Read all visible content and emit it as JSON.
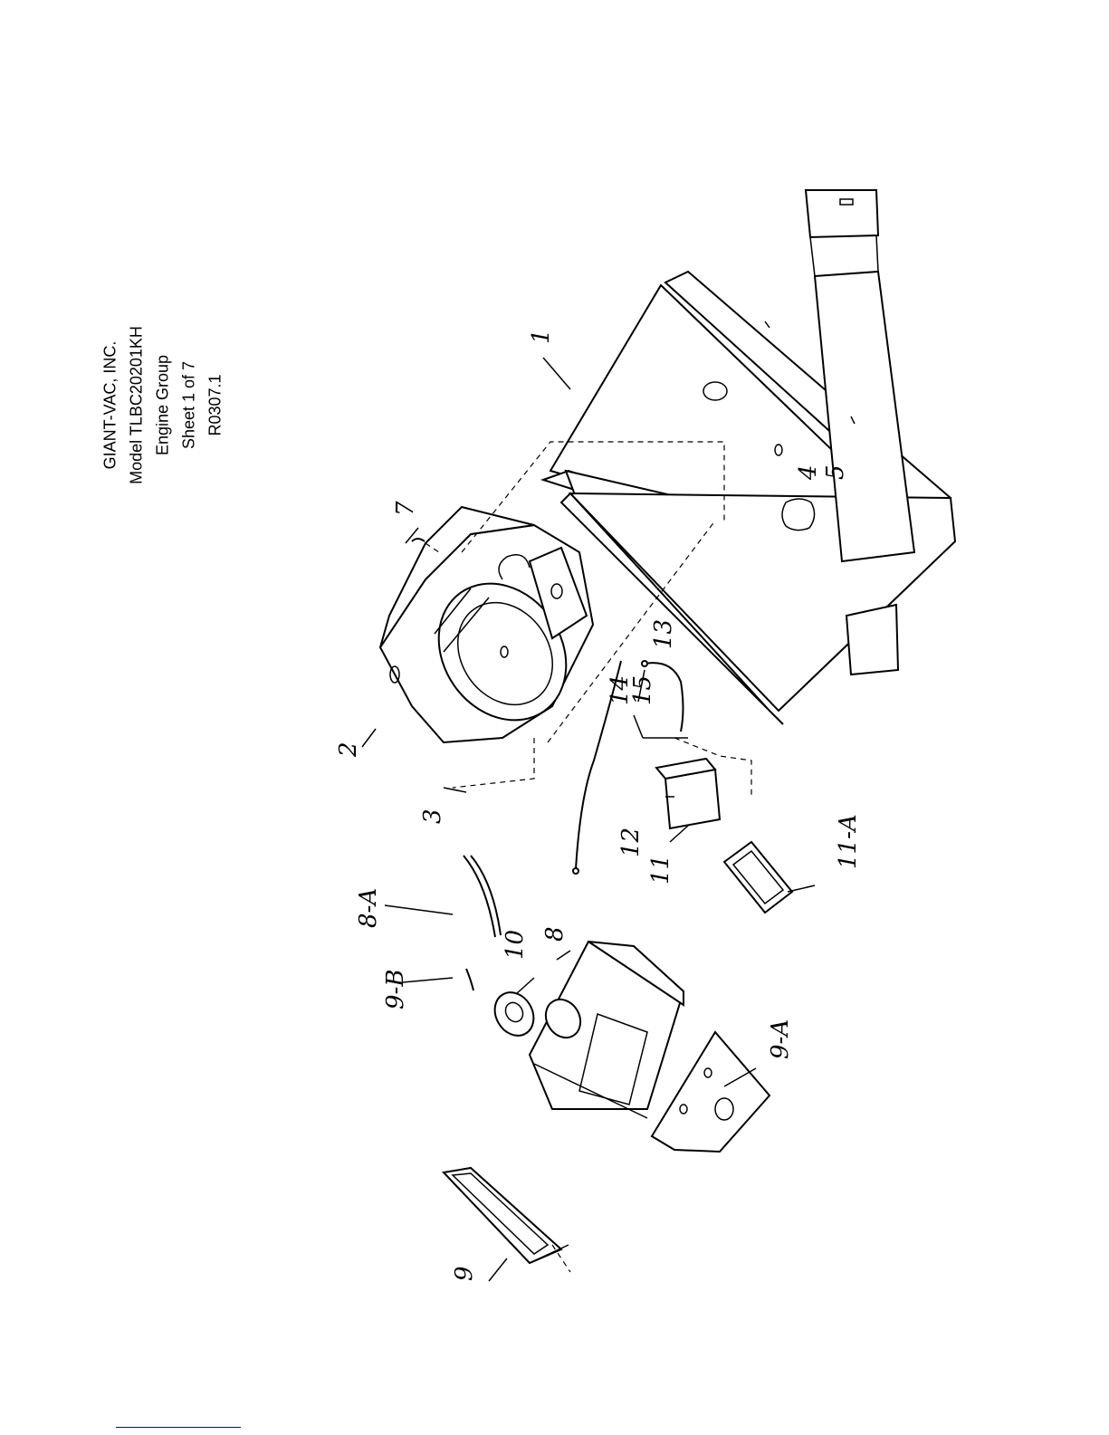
{
  "title_block": {
    "line1": "GIANT-VAC, INC.",
    "line2": "Model TLBC20201KH",
    "line3": "Engine Group",
    "line4": "Sheet 1 of 7",
    "line5": "R0307.1"
  },
  "callouts": {
    "c1": "1",
    "c2": "2",
    "c3": "3",
    "c4": "4",
    "c5": "5",
    "c7": "7",
    "c8": "8",
    "c8a": "8-A",
    "c9": "9",
    "c9a": "9-A",
    "c9b": "9-B",
    "c10": "10",
    "c11": "11",
    "c11a": "11-A",
    "c12": "12",
    "c13": "13",
    "c14": "14",
    "c15": "15"
  }
}
